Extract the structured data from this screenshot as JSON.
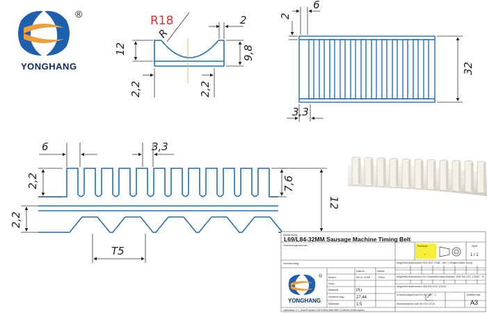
{
  "brand": {
    "name": "YONGHANG",
    "registered": "®",
    "colors": {
      "blue": "#1f5fb0",
      "orange": "#f0a03a",
      "navy": "#0b2c6b"
    }
  },
  "profile_view": {
    "radius_label": "R18",
    "radius_small": "R",
    "dims": {
      "top_right": "2",
      "left_height": "12",
      "right_height": "9,8",
      "bottom_left": "2,2",
      "bottom_right": "2,2"
    }
  },
  "top_view": {
    "dims": {
      "top_left": "2",
      "top_width": "6",
      "height": "32",
      "bottom": "3,3"
    }
  },
  "side_view": {
    "dims": {
      "pitch": "6",
      "gap": "3,3",
      "left_upper": "2,2",
      "left_lower": "2,2",
      "tooth_height": "7,6",
      "total_height": "12",
      "bottom_pitch": "T5"
    }
  },
  "title_block": {
    "header_label": "Benennung",
    "title": "L69/L84-32MM Sausage Machine Timing Belt",
    "drawing_no_label": "Zeichnungsnummer",
    "revision_label": "Revision",
    "revision_value": "-",
    "sheet_label": "Blatt",
    "sheet_value": "1 / 1",
    "usage_label": "Verwendung",
    "tolerance_header": "Allgemeintoleranzen DIN ISO 2768 - mK / Längenmaße (mm)",
    "tolerance_header2": "Allgemeintoleranzen für Schweißkonstruktionen DIN EN ISO 13920 - B",
    "tolerance_header3": "Allgemeintoleranzen DIN EN ISO 13920",
    "rows": [
      {
        "label": "Bearb.",
        "date": "05.01.2025",
        "name": "Elisa"
      },
      {
        "label": "Gepr.",
        "date": "",
        "name": ""
      },
      {
        "label": "Material",
        "date": "PU",
        "name": ""
      },
      {
        "label": "Gewicht (kg)",
        "date": "27,44",
        "name": ""
      },
      {
        "label": "Maßstab",
        "date": "1:5",
        "name": ""
      }
    ],
    "date_label": "Datum",
    "name_label": "Name",
    "format_label": "Blattformat",
    "format_value": "A3",
    "surface_label": "Schweißnahtgüte nach EN ISO 5817 - C",
    "surface_label2": "Werkstückkanten nach DIN ISO 13715",
    "footer": "Dateiname: C:\\_TeamProjects\\CAD\\YONGHANG\\BELT\\L69L84-32MM.slddrw"
  }
}
